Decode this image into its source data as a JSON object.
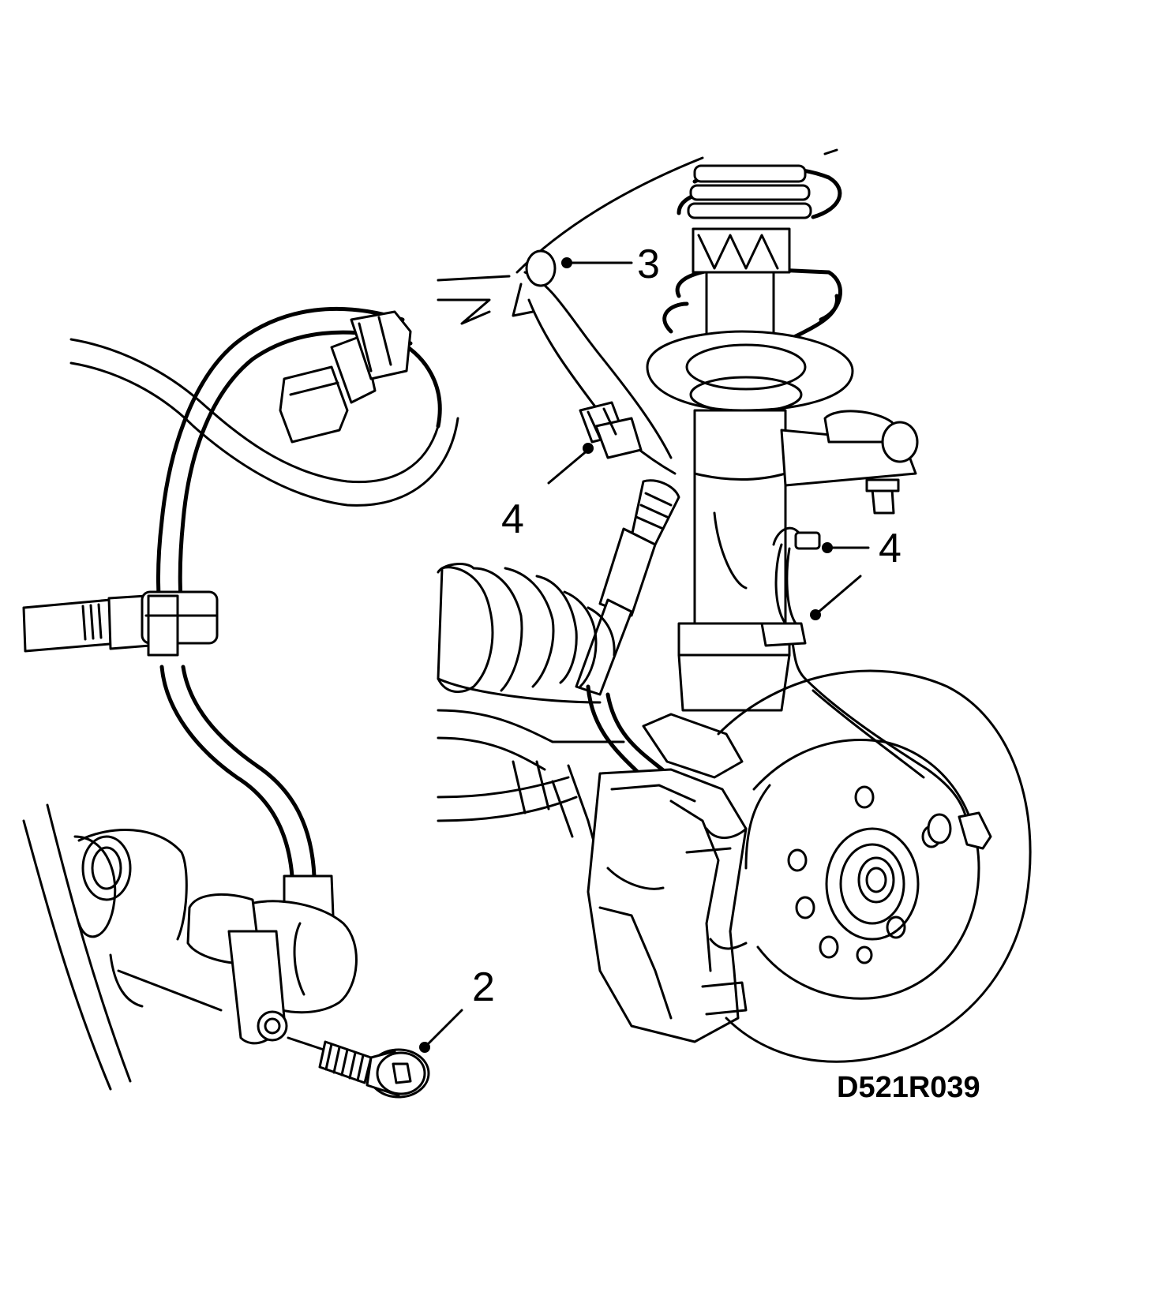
{
  "callouts": [
    {
      "id": "c2",
      "label": "2"
    },
    {
      "id": "c3",
      "label": "3"
    },
    {
      "id": "c4a",
      "label": "4"
    },
    {
      "id": "c4b",
      "label": "4"
    }
  ],
  "figure_code": "D521R039",
  "colors": {
    "ink": "#000000",
    "paper": "#ffffff"
  }
}
